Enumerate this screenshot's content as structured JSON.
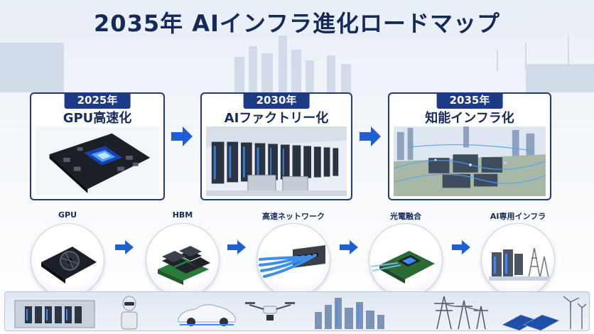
{
  "title": "2035年 AIインフラ進化ロードマップ",
  "stages": [
    {
      "year": "2025年",
      "label": "GPU高速化",
      "image_icon": "gpu-board-icon"
    },
    {
      "year": "2030年",
      "label": "AIファクトリー化",
      "image_icon": "datacenter-racks-icon"
    },
    {
      "year": "2035年",
      "label": "知能インフラ化",
      "image_icon": "smart-city-icon"
    }
  ],
  "technologies": [
    {
      "label": "GPU",
      "icon": "gpu-card-icon"
    },
    {
      "label": "HBM",
      "icon": "memory-stack-icon"
    },
    {
      "label": "高速ネットワーク",
      "icon": "network-switch-icon"
    },
    {
      "label": "光電融合",
      "icon": "photonic-chip-icon"
    },
    {
      "label": "AI専用インフラ",
      "icon": "ai-infrastructure-icon"
    }
  ],
  "bottom_strip_icons": [
    "datacenter-icon",
    "robot-icon",
    "car-icon",
    "drone-icon",
    "city-icon",
    "power-tower-icon",
    "solar-wind-icon"
  ],
  "colors": {
    "primary": "#1c3a86",
    "arrow": "#1f5fd6",
    "title": "#152a5c"
  }
}
